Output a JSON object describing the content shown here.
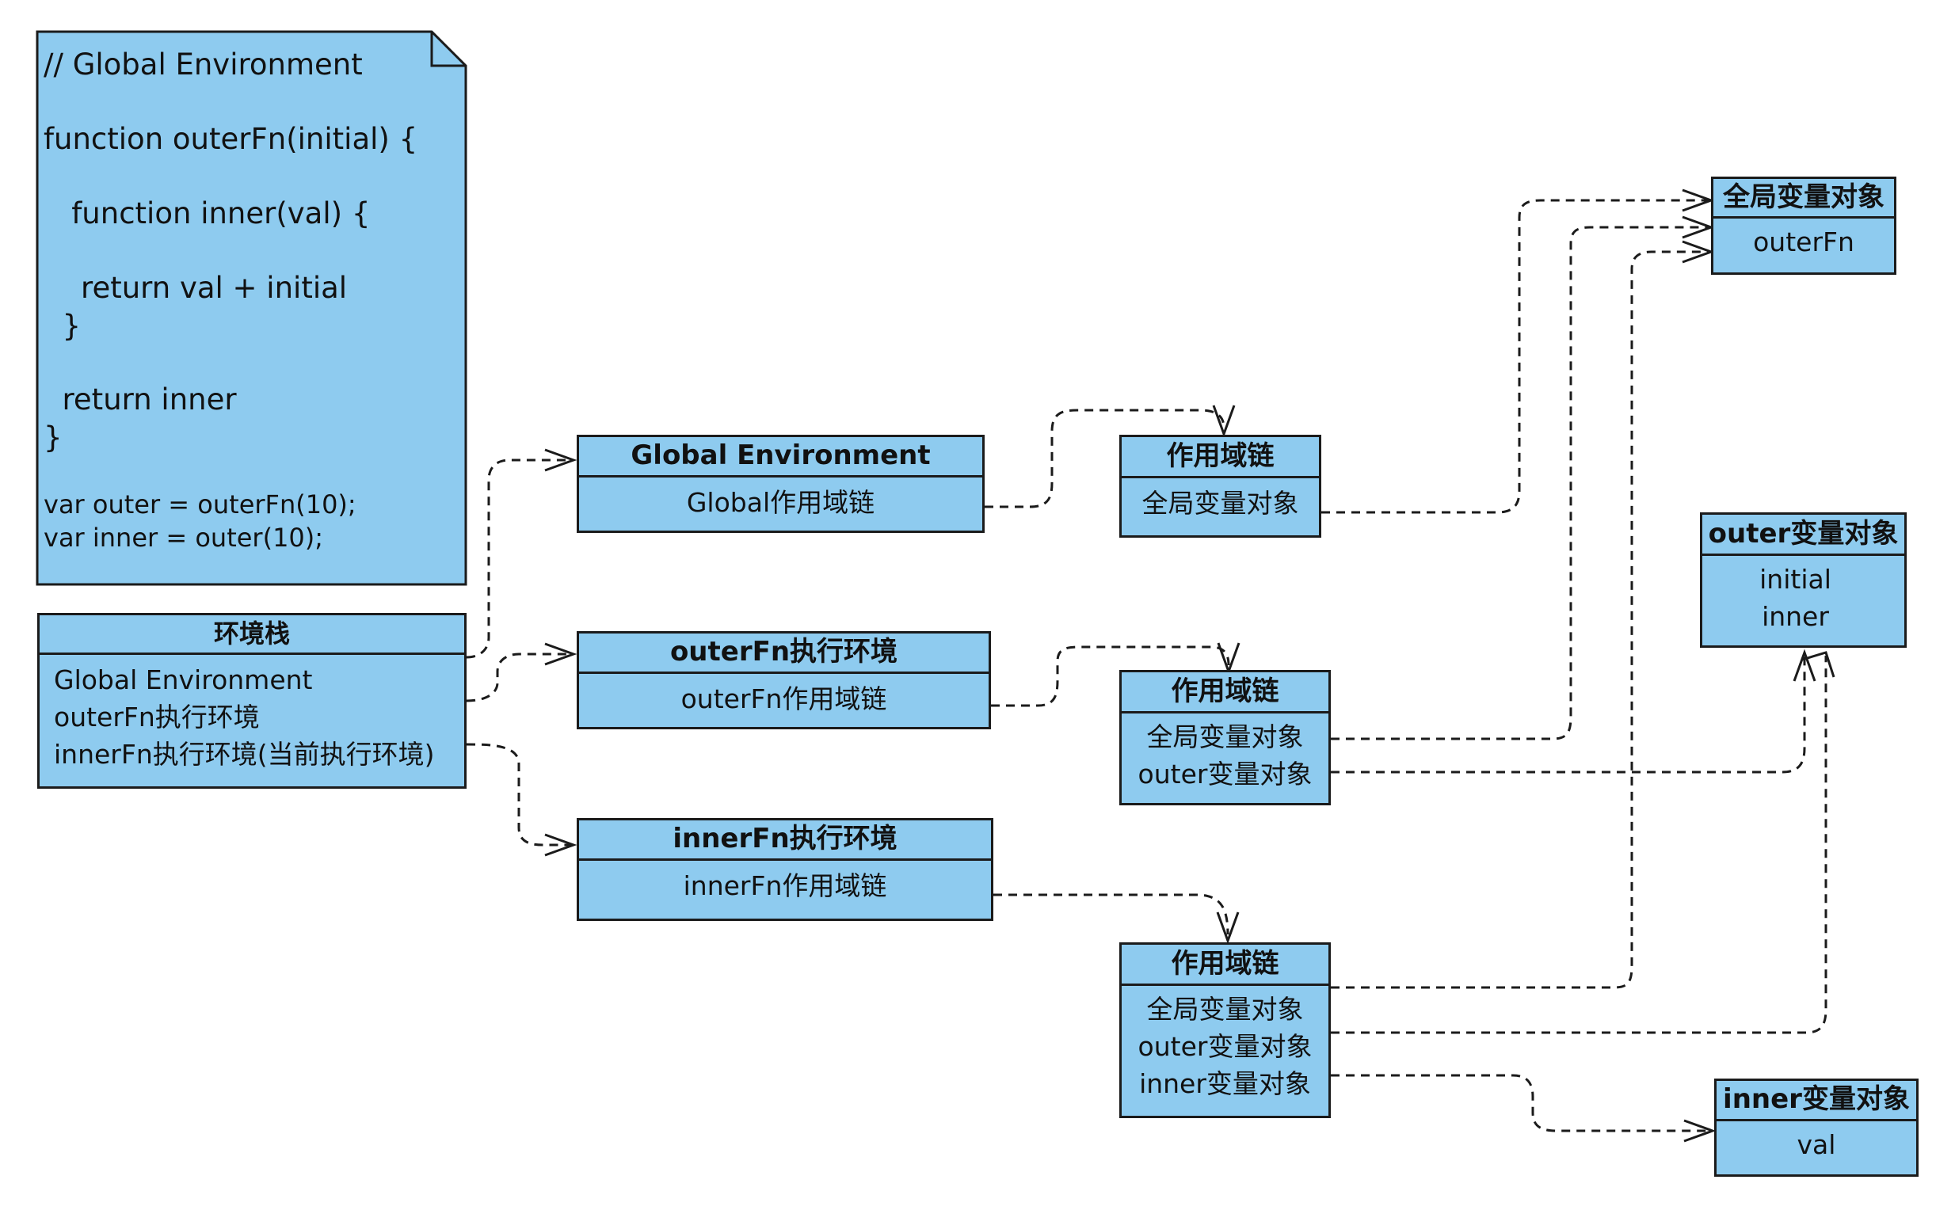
{
  "code_note": {
    "lines": [
      "// Global Environment",
      "",
      "function outerFn(initial) {",
      "",
      "   function inner(val) {",
      "",
      "    return val + initial",
      "  }",
      "",
      "  return inner",
      "}",
      "",
      "var outer = outerFn(10);",
      "var inner = outer(10);"
    ]
  },
  "env_stack": {
    "title": "环境栈",
    "items": [
      "Global Environment",
      "outerFn执行环境",
      "innerFn执行环境(当前执行环境)"
    ]
  },
  "global_env": {
    "title": "Global Environment",
    "items": [
      "Global作用域链"
    ]
  },
  "outer_env": {
    "title": "outerFn执行环境",
    "items": [
      "outerFn作用域链"
    ]
  },
  "inner_env": {
    "title": "innerFn执行环境",
    "items": [
      "innerFn作用域链"
    ]
  },
  "scope_global": {
    "title": "作用域链",
    "items": [
      "全局变量对象"
    ]
  },
  "scope_outer": {
    "title": "作用域链",
    "items": [
      "全局变量对象",
      "outer变量对象"
    ]
  },
  "scope_inner": {
    "title": "作用域链",
    "items": [
      "全局变量对象",
      "outer变量对象",
      "inner变量对象"
    ]
  },
  "global_vo": {
    "title": "全局变量对象",
    "items": [
      "outerFn"
    ]
  },
  "outer_vo": {
    "title": "outer变量对象",
    "items": [
      "initial",
      "inner"
    ]
  },
  "inner_vo": {
    "title": "inner变量对象",
    "items": [
      "val"
    ]
  },
  "colors": {
    "box_fill": "#8ecbef",
    "stroke": "#1b1b1b"
  }
}
